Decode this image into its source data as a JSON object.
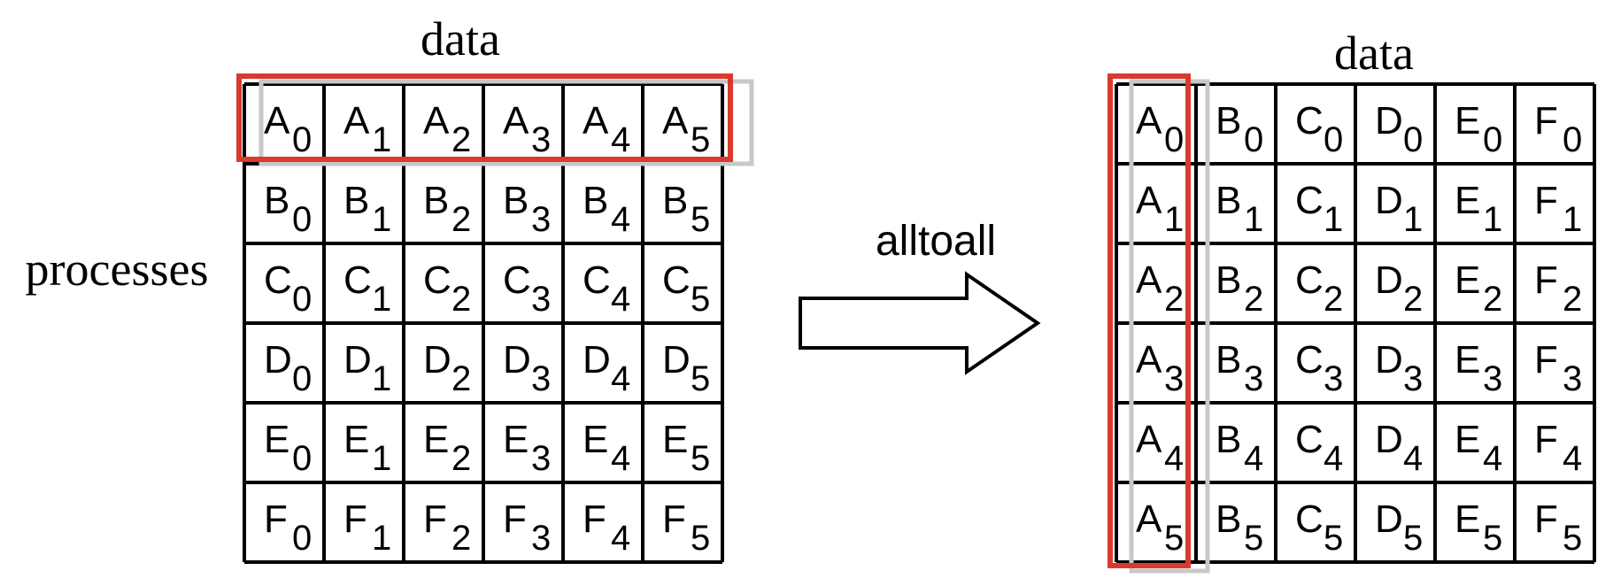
{
  "left_matrix": {
    "title": "data",
    "side_label": "processes",
    "rows": [
      [
        [
          "A",
          "0"
        ],
        [
          "A",
          "1"
        ],
        [
          "A",
          "2"
        ],
        [
          "A",
          "3"
        ],
        [
          "A",
          "4"
        ],
        [
          "A",
          "5"
        ]
      ],
      [
        [
          "B",
          "0"
        ],
        [
          "B",
          "1"
        ],
        [
          "B",
          "2"
        ],
        [
          "B",
          "3"
        ],
        [
          "B",
          "4"
        ],
        [
          "B",
          "5"
        ]
      ],
      [
        [
          "C",
          "0"
        ],
        [
          "C",
          "1"
        ],
        [
          "C",
          "2"
        ],
        [
          "C",
          "3"
        ],
        [
          "C",
          "4"
        ],
        [
          "C",
          "5"
        ]
      ],
      [
        [
          "D",
          "0"
        ],
        [
          "D",
          "1"
        ],
        [
          "D",
          "2"
        ],
        [
          "D",
          "3"
        ],
        [
          "D",
          "4"
        ],
        [
          "D",
          "5"
        ]
      ],
      [
        [
          "E",
          "0"
        ],
        [
          "E",
          "1"
        ],
        [
          "E",
          "2"
        ],
        [
          "E",
          "3"
        ],
        [
          "E",
          "4"
        ],
        [
          "E",
          "5"
        ]
      ],
      [
        [
          "F",
          "0"
        ],
        [
          "F",
          "1"
        ],
        [
          "F",
          "2"
        ],
        [
          "F",
          "3"
        ],
        [
          "F",
          "4"
        ],
        [
          "F",
          "5"
        ]
      ]
    ],
    "highlight": "first row"
  },
  "operation": {
    "label": "alltoall"
  },
  "right_matrix": {
    "title": "data",
    "rows": [
      [
        [
          "A",
          "0"
        ],
        [
          "B",
          "0"
        ],
        [
          "C",
          "0"
        ],
        [
          "D",
          "0"
        ],
        [
          "E",
          "0"
        ],
        [
          "F",
          "0"
        ]
      ],
      [
        [
          "A",
          "1"
        ],
        [
          "B",
          "1"
        ],
        [
          "C",
          "1"
        ],
        [
          "D",
          "1"
        ],
        [
          "E",
          "1"
        ],
        [
          "F",
          "1"
        ]
      ],
      [
        [
          "A",
          "2"
        ],
        [
          "B",
          "2"
        ],
        [
          "C",
          "2"
        ],
        [
          "D",
          "2"
        ],
        [
          "E",
          "2"
        ],
        [
          "F",
          "2"
        ]
      ],
      [
        [
          "A",
          "3"
        ],
        [
          "B",
          "3"
        ],
        [
          "C",
          "3"
        ],
        [
          "D",
          "3"
        ],
        [
          "E",
          "3"
        ],
        [
          "F",
          "3"
        ]
      ],
      [
        [
          "A",
          "4"
        ],
        [
          "B",
          "4"
        ],
        [
          "C",
          "4"
        ],
        [
          "D",
          "4"
        ],
        [
          "E",
          "4"
        ],
        [
          "F",
          "4"
        ]
      ],
      [
        [
          "A",
          "5"
        ],
        [
          "B",
          "5"
        ],
        [
          "C",
          "5"
        ],
        [
          "D",
          "5"
        ],
        [
          "E",
          "5"
        ],
        [
          "F",
          "5"
        ]
      ]
    ],
    "highlight": "first column"
  },
  "colors": {
    "highlight": "#d93a2f",
    "shadow_outline": "#c8c8c8",
    "grid": "#000000"
  }
}
